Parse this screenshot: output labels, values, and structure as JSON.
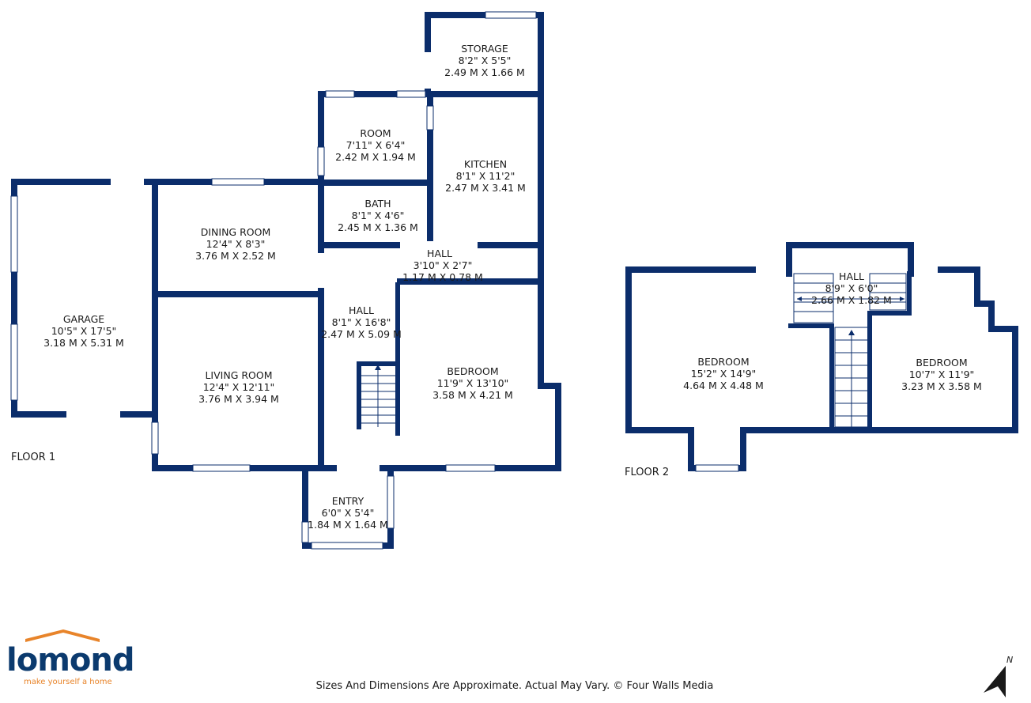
{
  "floor1": {
    "label": "FLOOR 1",
    "rooms": [
      {
        "name": "STORAGE",
        "imperial": "8'2\" X 5'5\"",
        "metric": "2.49 M X 1.66 M"
      },
      {
        "name": "ROOM",
        "imperial": "7'11\" X 6'4\"",
        "metric": "2.42 M X 1.94 M"
      },
      {
        "name": "KITCHEN",
        "imperial": "8'1\" X 11'2\"",
        "metric": "2.47 M X 3.41 M"
      },
      {
        "name": "BATH",
        "imperial": "8'1\" X 4'6\"",
        "metric": "2.45 M X 1.36 M"
      },
      {
        "name": "DINING ROOM",
        "imperial": "12'4\" X 8'3\"",
        "metric": "3.76 M X 2.52 M"
      },
      {
        "name": "HALL",
        "imperial": "3'10\" X 2'7\"",
        "metric": "1.17 M X 0.78 M"
      },
      {
        "name": "GARAGE",
        "imperial": "10'5\" X 17'5\"",
        "metric": "3.18 M X 5.31 M"
      },
      {
        "name": "HALL",
        "imperial": "8'1\" X 16'8\"",
        "metric": "2.47 M X 5.09 M"
      },
      {
        "name": "LIVING ROOM",
        "imperial": "12'4\" X 12'11\"",
        "metric": "3.76 M X 3.94 M"
      },
      {
        "name": "BEDROOM",
        "imperial": "11'9\" X 13'10\"",
        "metric": "3.58 M X 4.21 M"
      },
      {
        "name": "ENTRY",
        "imperial": "6'0\" X 5'4\"",
        "metric": "1.84 M X 1.64 M"
      }
    ]
  },
  "floor2": {
    "label": "FLOOR 2",
    "rooms": [
      {
        "name": "HALL",
        "imperial": "8'9\" X 6'0\"",
        "metric": "2.66 M X 1.82 M"
      },
      {
        "name": "BEDROOM",
        "imperial": "15'2\" X 14'9\"",
        "metric": "4.64 M X 4.48 M"
      },
      {
        "name": "BEDROOM",
        "imperial": "10'7\" X 11'9\"",
        "metric": "3.23 M X 3.58 M"
      }
    ]
  },
  "brand": {
    "name": "lomond",
    "tagline": "make yourself a home",
    "primary_color": "#0b3a6e",
    "accent_color": "#e8842a"
  },
  "disclaimer": "Sizes And Dimensions Are Approximate. Actual May Vary. © Four Walls Media",
  "compass": {
    "label": "N",
    "icon": "north-arrow-icon"
  },
  "colors": {
    "wall": "#0b2d6b",
    "window": "#ffffff"
  }
}
